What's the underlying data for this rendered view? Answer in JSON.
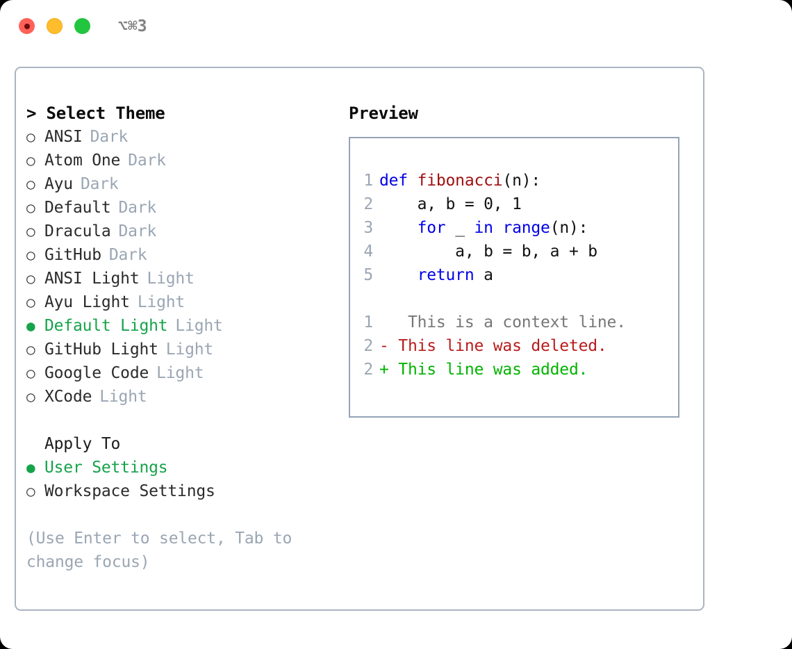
{
  "titlebar": {
    "shortcut": "⌥⌘3",
    "dots": [
      {
        "name": "close",
        "color": "#ff6159"
      },
      {
        "name": "minimize",
        "color": "#ffbd2e"
      },
      {
        "name": "zoom",
        "color": "#22c53e"
      }
    ]
  },
  "colors": {
    "accent_green": "#16a34a",
    "muted": "#9aa6b4",
    "border": "#94a3b8",
    "panel_border": "#aab4c2",
    "keyword_blue": "#0000e6",
    "function_red": "#a01010",
    "diff_delete": "#b91c1c",
    "diff_add": "#00b400",
    "diff_context": "#777777"
  },
  "theme_picker": {
    "header_marker": ">",
    "header_label": "Select Theme",
    "marker_selected": "●",
    "marker_unselected": "○",
    "items": [
      {
        "marker": "○",
        "name": "ANSI",
        "category": "Dark",
        "selected": false
      },
      {
        "marker": "○",
        "name": "Atom One",
        "category": "Dark",
        "selected": false
      },
      {
        "marker": "○",
        "name": "Ayu",
        "category": "Dark",
        "selected": false
      },
      {
        "marker": "○",
        "name": "Default",
        "category": "Dark",
        "selected": false
      },
      {
        "marker": "○",
        "name": "Dracula",
        "category": "Dark",
        "selected": false
      },
      {
        "marker": "○",
        "name": "GitHub",
        "category": "Dark",
        "selected": false
      },
      {
        "marker": "○",
        "name": "ANSI Light",
        "category": "Light",
        "selected": false
      },
      {
        "marker": "○",
        "name": "Ayu Light",
        "category": "Light",
        "selected": false
      },
      {
        "marker": "●",
        "name": "Default Light",
        "category": "Light",
        "selected": true
      },
      {
        "marker": "○",
        "name": "GitHub Light",
        "category": "Light",
        "selected": false
      },
      {
        "marker": "○",
        "name": "Google Code",
        "category": "Light",
        "selected": false
      },
      {
        "marker": "○",
        "name": "XCode",
        "category": "Light",
        "selected": false
      }
    ]
  },
  "apply_to": {
    "title": "Apply To",
    "items": [
      {
        "marker": "●",
        "name": "User Settings",
        "selected": true
      },
      {
        "marker": "○",
        "name": "Workspace Settings",
        "selected": false
      }
    ]
  },
  "hint": "(Use Enter to select, Tab to change focus)",
  "preview": {
    "title": "Preview",
    "code_lines": [
      {
        "lineno": "1",
        "tokens": [
          {
            "text": "def ",
            "type": "kw"
          },
          {
            "text": "fibonacci",
            "type": "fn"
          },
          {
            "text": "(n):",
            "type": "plain"
          }
        ]
      },
      {
        "lineno": "2",
        "tokens": [
          {
            "text": "    a, b = 0, 1",
            "type": "plain"
          }
        ]
      },
      {
        "lineno": "3",
        "tokens": [
          {
            "text": "    ",
            "type": "plain"
          },
          {
            "text": "for",
            "type": "kw"
          },
          {
            "text": " _ ",
            "type": "plain"
          },
          {
            "text": "in",
            "type": "kw"
          },
          {
            "text": " ",
            "type": "plain"
          },
          {
            "text": "range",
            "type": "kw"
          },
          {
            "text": "(n):",
            "type": "plain"
          }
        ]
      },
      {
        "lineno": "4",
        "tokens": [
          {
            "text": "        a, b = b, a + b",
            "type": "plain"
          }
        ]
      },
      {
        "lineno": "5",
        "tokens": [
          {
            "text": "    ",
            "type": "plain"
          },
          {
            "text": "return",
            "type": "kw"
          },
          {
            "text": " a",
            "type": "plain"
          }
        ]
      }
    ],
    "diff_lines": [
      {
        "lineno": "1",
        "sign": " ",
        "text": "  This is a context line.",
        "type": "ctx"
      },
      {
        "lineno": "2",
        "sign": "-",
        "text": " This line was deleted.",
        "type": "del"
      },
      {
        "lineno": "2",
        "sign": "+",
        "text": " This line was added.",
        "type": "add"
      }
    ]
  }
}
